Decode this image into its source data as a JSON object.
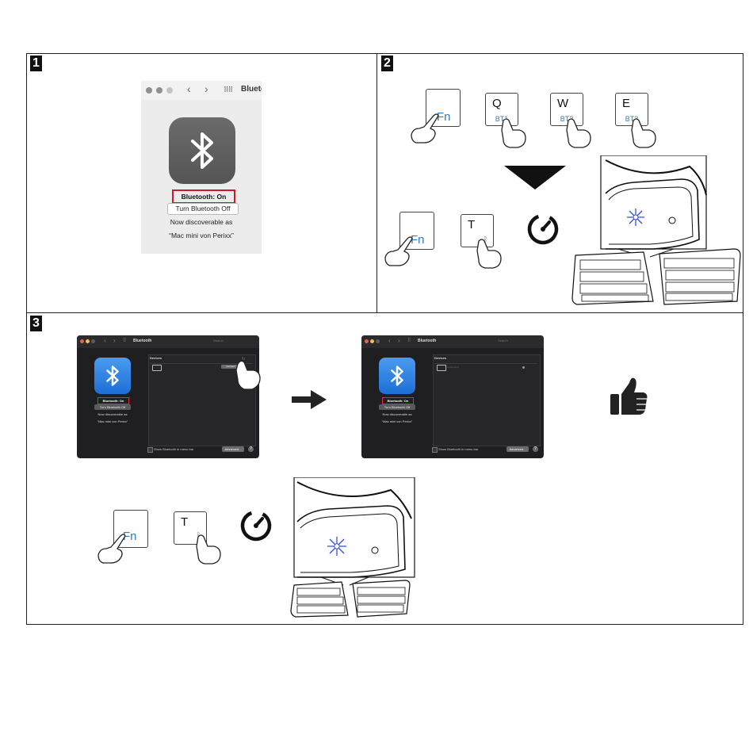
{
  "steps": [
    "1",
    "2",
    "3"
  ],
  "panel1": {
    "window_title": "Blueto",
    "status": "Bluetooth: On",
    "toggle_button": "Turn Bluetooth Off",
    "discoverable": "Now discoverable as",
    "device_name": "“Mac mini von Perixx”",
    "icon": "bluetooth-icon"
  },
  "panel2": {
    "keys_row1": [
      {
        "label": "Fn",
        "sub": ""
      },
      {
        "label": "Q",
        "sub": "BT1"
      },
      {
        "label": "W",
        "sub": "BT2"
      },
      {
        "label": "E",
        "sub": "BT3"
      }
    ],
    "keys_row2": [
      {
        "label": "Fn",
        "sub": ""
      },
      {
        "label": "T",
        "sub": ""
      }
    ],
    "icons": [
      "arrow-down-icon",
      "timer-icon",
      "keyboard-led-icon"
    ]
  },
  "panel3": {
    "window_title": "Bluetooth",
    "search_placeholder": "Search",
    "status": "Bluetooth: On",
    "toggle_button": "Turn Bluetooth Off",
    "discoverable": "Now discoverable as",
    "device_name": "“Mac mini von Perixx”",
    "devices_header": "Devices",
    "connect_button": "Connect",
    "connected_label": "Connected",
    "menu_bar_checkbox": "Show Bluetooth in menu bar",
    "advanced_button": "Advanced...",
    "help_button": "?",
    "keys": [
      {
        "label": "Fn"
      },
      {
        "label": "T"
      }
    ],
    "icons": [
      "arrow-right-icon",
      "thumbs-up-icon",
      "timer-icon",
      "keyboard-led-icon"
    ]
  },
  "colors": {
    "key_blue": "#2f78c4",
    "highlight_red": "#c81c2c",
    "bt_blue": "#1e6fd6",
    "led_blue": "#3550d8"
  }
}
